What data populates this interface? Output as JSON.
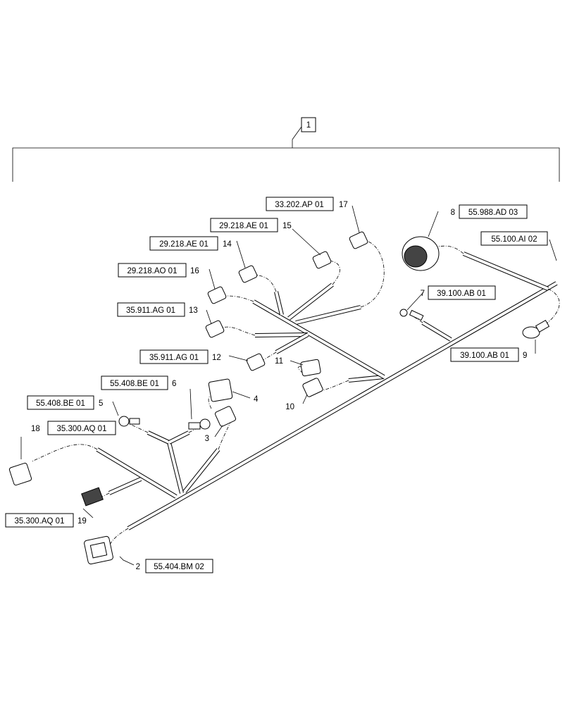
{
  "assembly": {
    "item": "1"
  },
  "items": [
    {
      "num": "2",
      "ref": "55.404.BM 02"
    },
    {
      "num": "3",
      "ref": ""
    },
    {
      "num": "4",
      "ref": ""
    },
    {
      "num": "5",
      "ref": "55.408.BE 01"
    },
    {
      "num": "6",
      "ref": "55.408.BE 01"
    },
    {
      "num": "7",
      "ref": "39.100.AB 01"
    },
    {
      "num": "8",
      "ref": "55.988.AD 03"
    },
    {
      "num": "9",
      "ref": "39.100.AB 01"
    },
    {
      "num": "10",
      "ref": ""
    },
    {
      "num": "11",
      "ref": ""
    },
    {
      "num": "12",
      "ref": "35.911.AG 01"
    },
    {
      "num": "13",
      "ref": "35.911.AG 01"
    },
    {
      "num": "14",
      "ref": "29.218.AE 01"
    },
    {
      "num": "15",
      "ref": "29.218.AE 01"
    },
    {
      "num": "16",
      "ref": "29.218.AO 01"
    },
    {
      "num": "17",
      "ref": "33.202.AP 01"
    },
    {
      "num": "18",
      "ref": "35.300.AQ 01"
    },
    {
      "num": "19",
      "ref": "35.300.AQ 01"
    }
  ],
  "extra_refs": [
    {
      "ref": "55.100.AI 02"
    }
  ]
}
